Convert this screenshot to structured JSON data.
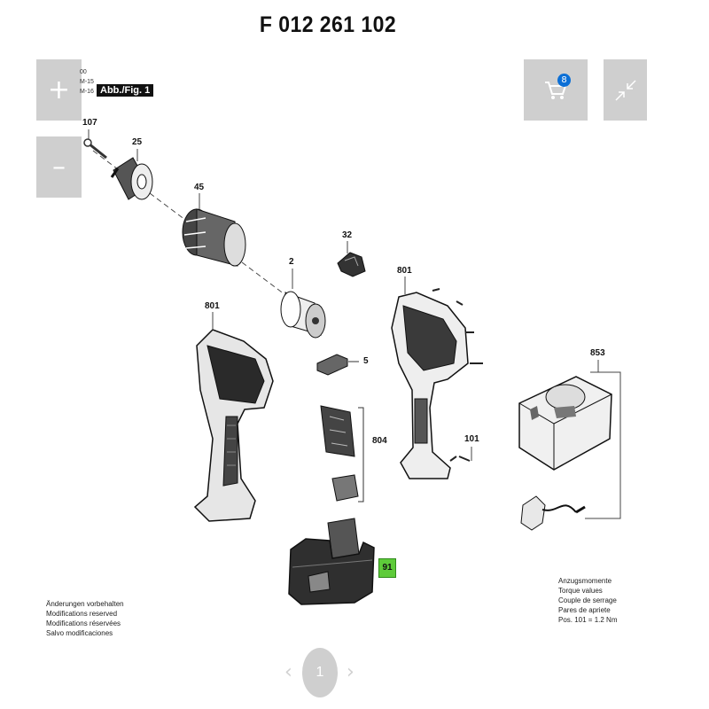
{
  "header": {
    "title": "F 012 261 102"
  },
  "controls": {
    "zoom_in": "+",
    "zoom_out": "–",
    "cart_count": "8"
  },
  "figure": {
    "tag": "Abb./Fig. 1",
    "side_lines": [
      "00",
      "M-15",
      "M-16"
    ],
    "part_labels": {
      "p107": "107",
      "p25": "25",
      "p45": "45",
      "p32": "32",
      "p2": "2",
      "p801a": "801",
      "p801b": "801",
      "p5": "5",
      "p804": "804",
      "p101": "101",
      "p853": "853",
      "p91": "91"
    }
  },
  "notes_left": [
    "Änderungen vorbehalten",
    "Modifications reserved",
    "Modifications réservées",
    "Salvo modificaciones"
  ],
  "notes_right": [
    "Anzugsmomente",
    "Torque values",
    "Couple de serrage",
    "Pares de apriete",
    "Pos. 101 = 1.2 Nm"
  ],
  "pager": {
    "current": "1",
    "prev": "‹",
    "next": "›"
  },
  "colors": {
    "control_bg": "#cfcfcf",
    "badge": "#0b6fd6",
    "highlight": "#5ecb3a"
  }
}
